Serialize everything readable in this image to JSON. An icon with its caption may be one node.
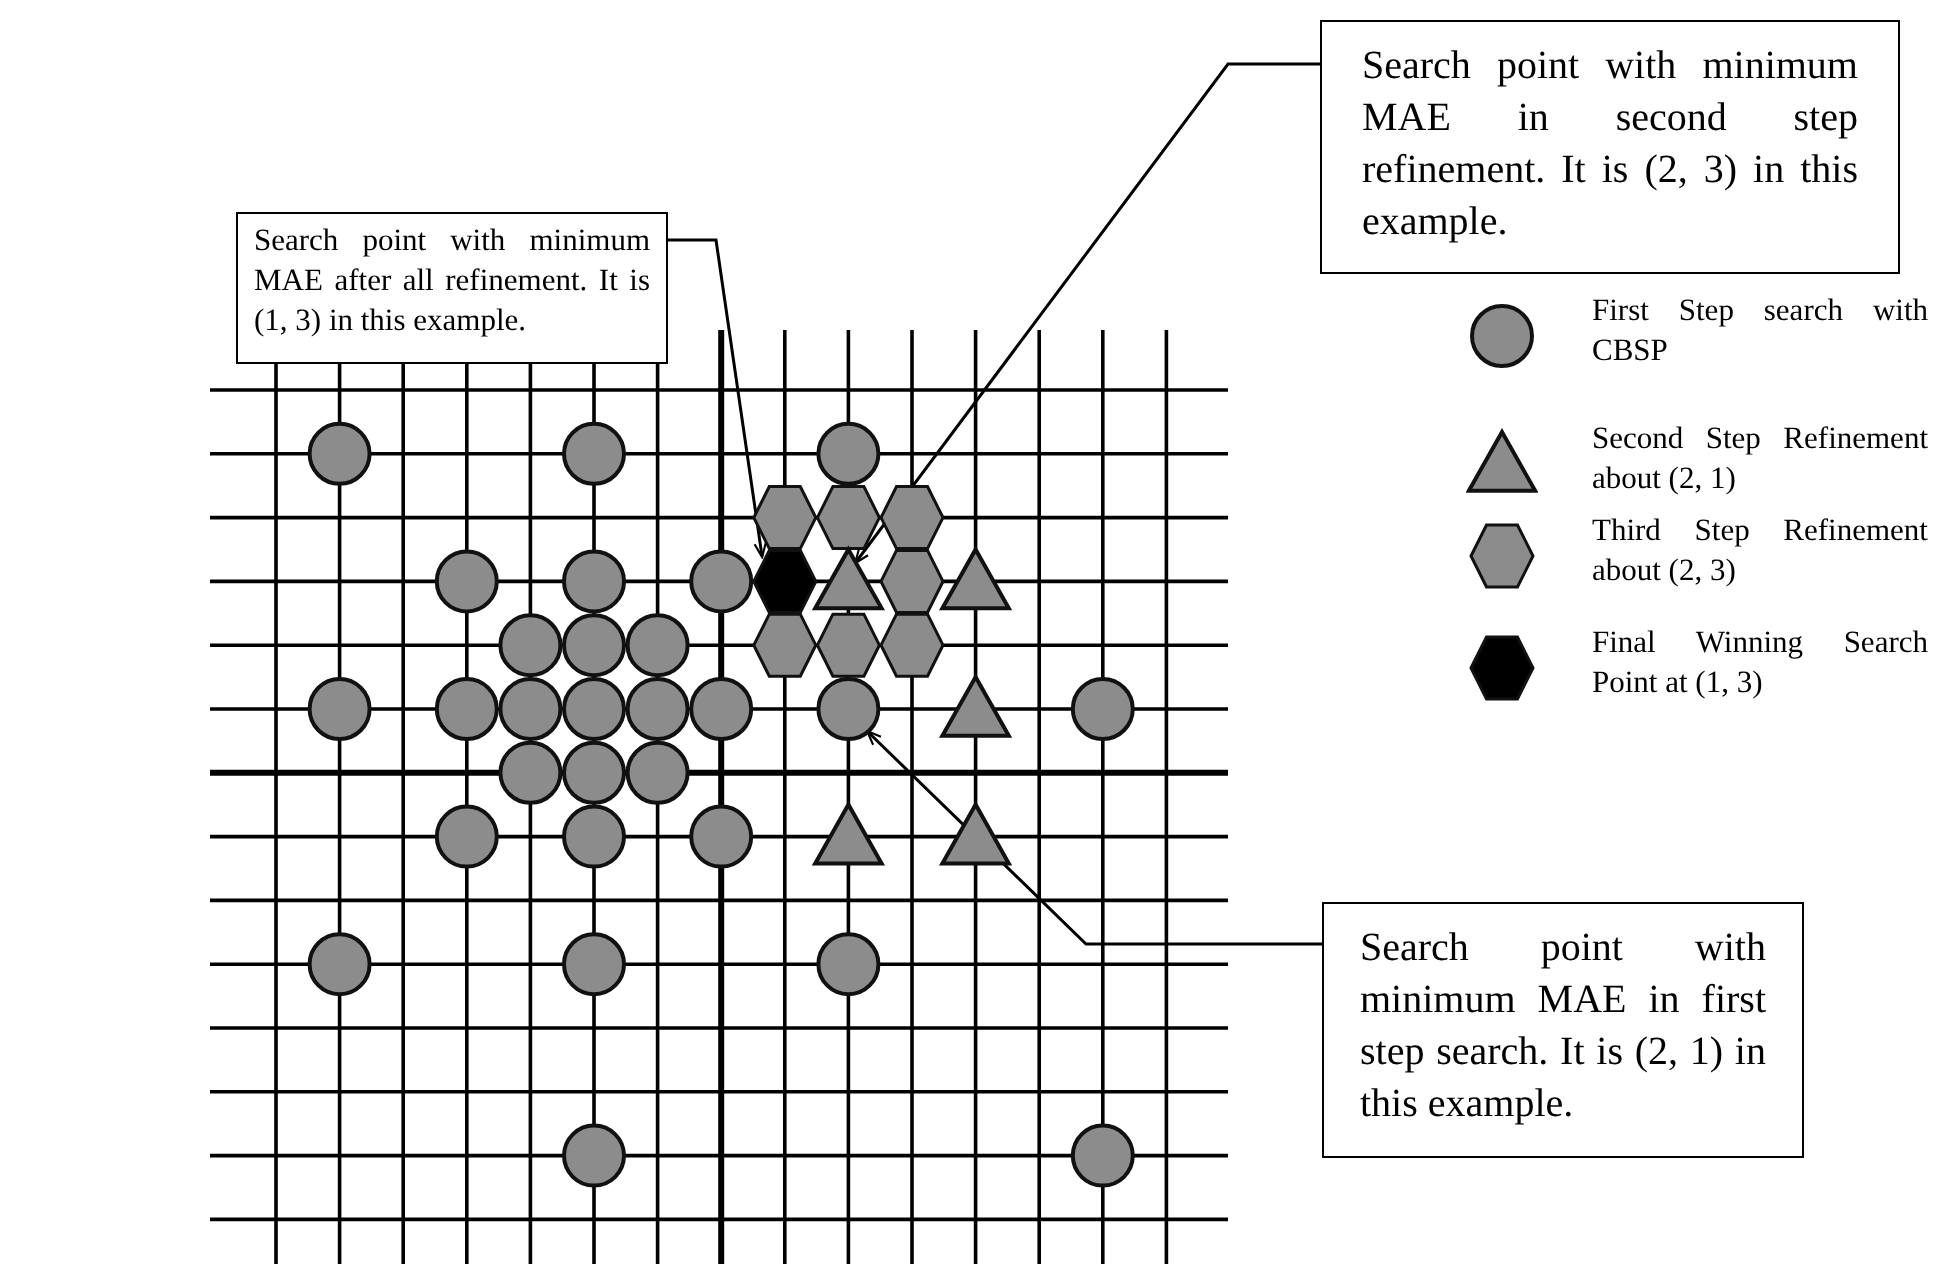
{
  "diagram": {
    "nodes": [
      {
        "text": [
          "Search point with minimum MAE after all refinement. It is (1, 3) in this example."
        ]
      },
      {
        "text": [
          "Search point with minimum MAE in second step refinement. It is (2, 3) in this example."
        ]
      },
      {
        "text": [],
        "shape": "circle"
      },
      {
        "text": [],
        "shape": "circle"
      },
      {
        "text": [],
        "shape": "circle"
      },
      {
        "text": [],
        "shape": "hexagon"
      },
      {
        "text": [],
        "shape": "hexagon"
      },
      {
        "text": [],
        "shape": "hexagon"
      },
      {
        "text": [],
        "shape": "circle"
      },
      {
        "text": [],
        "shape": "circle"
      },
      {
        "text": [],
        "shape": "circle"
      },
      {
        "text": [],
        "shape": "hexagon"
      },
      {
        "text": [],
        "shape": "triangle"
      },
      {
        "text": [],
        "shape": "hexagon"
      },
      {
        "text": [],
        "shape": "triangle"
      },
      {
        "text": [],
        "shape": "circle"
      },
      {
        "text": [],
        "shape": "circle"
      },
      {
        "text": [],
        "shape": "circle"
      },
      {
        "text": [],
        "shape": "hexagon"
      },
      {
        "text": [],
        "shape": "hexagon"
      },
      {
        "text": [],
        "shape": "hexagon"
      },
      {
        "text": [],
        "shape": "circle"
      },
      {
        "text": [],
        "shape": "circle"
      },
      {
        "text": [],
        "shape": "circle"
      },
      {
        "text": [],
        "shape": "circle"
      },
      {
        "text": [],
        "shape": "circle"
      },
      {
        "text": [],
        "shape": "circle"
      },
      {
        "text": [],
        "shape": "circle"
      },
      {
        "text": [],
        "shape": "triangle"
      },
      {
        "text": [],
        "shape": "circle"
      },
      {
        "text": [],
        "shape": "circle"
      },
      {
        "text": [],
        "shape": "circle"
      },
      {
        "text": [],
        "shape": "circle"
      },
      {
        "text": [],
        "shape": "circle"
      },
      {
        "text": [],
        "shape": "circle"
      },
      {
        "text": [],
        "shape": "circle"
      },
      {
        "text": [],
        "shape": "triangle"
      },
      {
        "text": [],
        "shape": "triangle"
      },
      {
        "text": [],
        "shape": "circle"
      },
      {
        "text": [],
        "shape": "circle"
      },
      {
        "text": [],
        "shape": "circle"
      },
      {
        "text": [],
        "shape": "circle"
      },
      {
        "text": [],
        "shape": "circle"
      },
      {
        "text": [
          "Search point with minimum MAE in first step search. It is (2, 1) in this example."
        ]
      }
    ],
    "edges": [
      {
        "from": 0,
        "to": 11,
        "arrow": "to"
      },
      {
        "from": 1,
        "to": 12,
        "arrow": "to"
      },
      {
        "from": 43,
        "to": 27,
        "arrow": "to"
      }
    ],
    "legend": [
      {
        "text": "First Step search with CBSP"
      },
      {
        "text": "Second Step Refinement about (2, 1)"
      },
      {
        "text": "Third Step Refinement about (2, 3)"
      },
      {
        "text": "Final Winning Search Point at (1, 3)"
      }
    ]
  }
}
